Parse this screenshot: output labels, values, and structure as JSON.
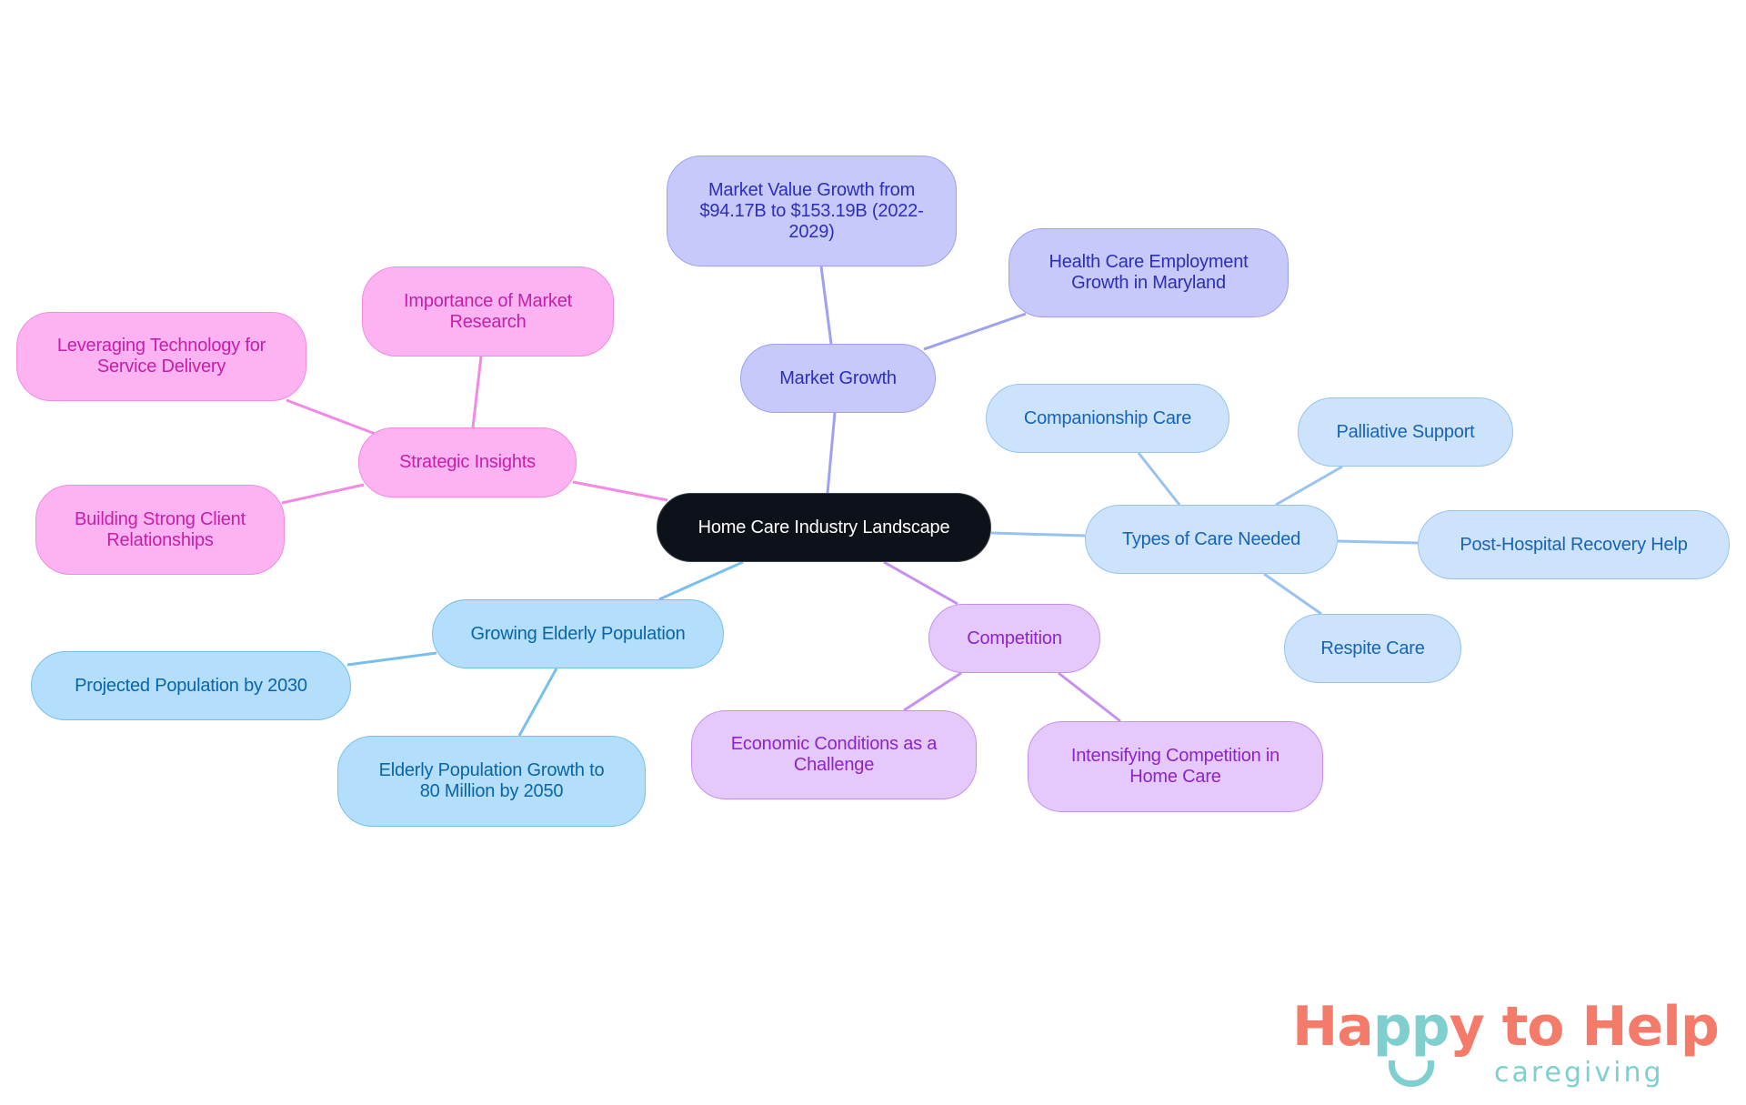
{
  "mindmap": {
    "root": {
      "label": "Home Care Industry Landscape",
      "color": "#0d111a"
    },
    "branches": [
      {
        "label": "Market Growth",
        "color": "#c8c9fb",
        "children": [
          {
            "label": "Market Value Growth from $94.17B to $153.19B (2022-2029)"
          },
          {
            "label": "Health Care Employment Growth in Maryland"
          }
        ]
      },
      {
        "label": "Strategic Insights",
        "color": "#fdb3f1",
        "children": [
          {
            "label": "Importance of Market Research"
          },
          {
            "label": "Leveraging Technology for Service Delivery"
          },
          {
            "label": "Building Strong Client Relationships"
          }
        ]
      },
      {
        "label": "Growing Elderly Population",
        "color": "#b3dffc",
        "children": [
          {
            "label": "Projected Population by 2030"
          },
          {
            "label": "Elderly Population Growth to 80 Million by 2050"
          }
        ]
      },
      {
        "label": "Competition",
        "color": "#e6c9fc",
        "children": [
          {
            "label": "Economic Conditions as a Challenge"
          },
          {
            "label": "Intensifying Competition in Home Care"
          }
        ]
      },
      {
        "label": "Types of Care Needed",
        "color": "#cde3fb",
        "children": [
          {
            "label": "Companionship Care"
          },
          {
            "label": "Palliative Support"
          },
          {
            "label": "Post-Hospital Recovery Help"
          },
          {
            "label": "Respite Care"
          }
        ]
      }
    ]
  },
  "logo": {
    "part1": "Ha",
    "part2": "pp",
    "part3": "y to Help",
    "subtitle": "caregiving",
    "primary_color": "#f47a6a",
    "accent_color": "#7fcfcf"
  }
}
